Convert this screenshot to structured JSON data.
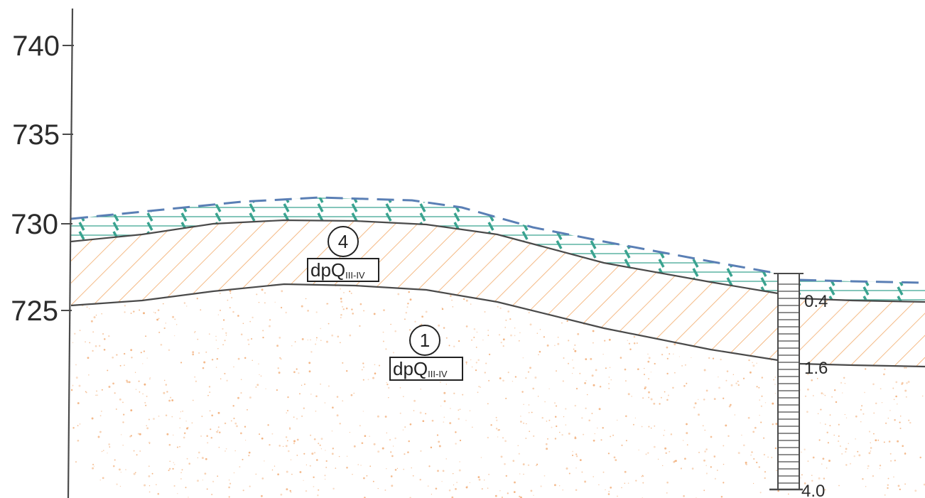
{
  "elevation_axis": {
    "ticks": [
      "740",
      "735",
      "730",
      "725"
    ]
  },
  "layers": [
    {
      "number": "4",
      "code_main": "dpQ",
      "code_sub": "III-IV"
    },
    {
      "number": "1",
      "code_main": "dpQ",
      "code_sub": "III-IV"
    }
  ],
  "borehole": {
    "depths": [
      "0.4",
      "1.6",
      "4.0"
    ]
  },
  "colors": {
    "soil_top": "#3aa390",
    "soil_top_outline": "#5a7fb5",
    "hatch_layer": "#f2a968",
    "sand_dots": "#f0a468",
    "line": "#4a4a4a"
  }
}
